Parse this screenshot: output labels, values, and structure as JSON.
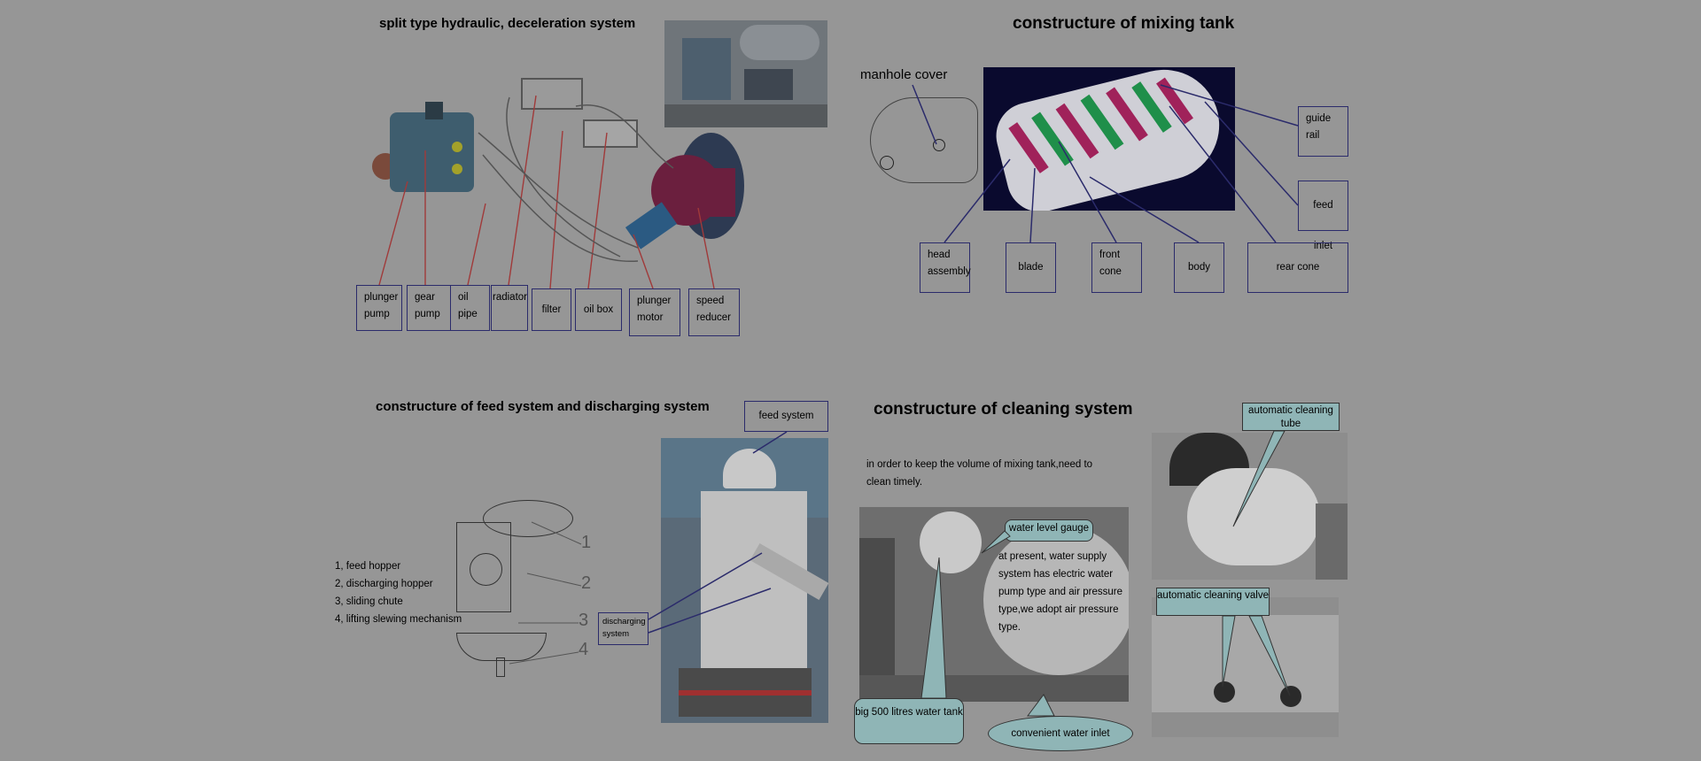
{
  "hydraulic": {
    "title": "split type hydraulic, deceleration system",
    "labels": {
      "plunger_pump": "plunger pump",
      "gear_pump": "gear pump",
      "oil_pipe": "oil pipe",
      "radiator": "radiator",
      "filter": "filter",
      "oil_box": "oil box",
      "plunger_motor": "plunger motor",
      "speed_reducer": "speed reducer"
    }
  },
  "mixing_tank": {
    "title": "constructure of mixing tank",
    "manhole": "manhole cover",
    "labels": {
      "guide_rail": "guide rail",
      "feed_inlet": "feed inlet",
      "head_assembly": "head assembly",
      "blade": "blade",
      "front_cone": "front cone",
      "body": "body",
      "rear_cone": "rear cone"
    }
  },
  "feed_system": {
    "title": "constructure of feed system and discharging system",
    "feed_system_label": "feed system",
    "discharging_label": "discharging system",
    "numbers": [
      "1",
      "2",
      "3",
      "4"
    ],
    "legend": [
      "1, feed hopper",
      "2, discharging hopper",
      "3, sliding chute",
      "4, lifting slewing mechanism"
    ]
  },
  "cleaning": {
    "title": "constructure of cleaning system",
    "intro": "in order to keep the volume of mixing tank,need to clean timely.",
    "water_level_gauge": "water level gauge",
    "description": "at present, water supply system has electric water pump type and air pressure type,we adopt air pressure type.",
    "water_tank": "big 500 litres water tank",
    "water_inlet": "convenient water inlet",
    "auto_tube": "automatic cleaning tube",
    "auto_valve": "automatic cleaning valve"
  },
  "colors": {
    "background": "#969696",
    "box_border": "#2b2b6b",
    "callout": "#8fb5b6",
    "blade_green": "#1f8f4a",
    "blade_magenta": "#a0225a",
    "tank_bg": "#0a0a2e"
  }
}
